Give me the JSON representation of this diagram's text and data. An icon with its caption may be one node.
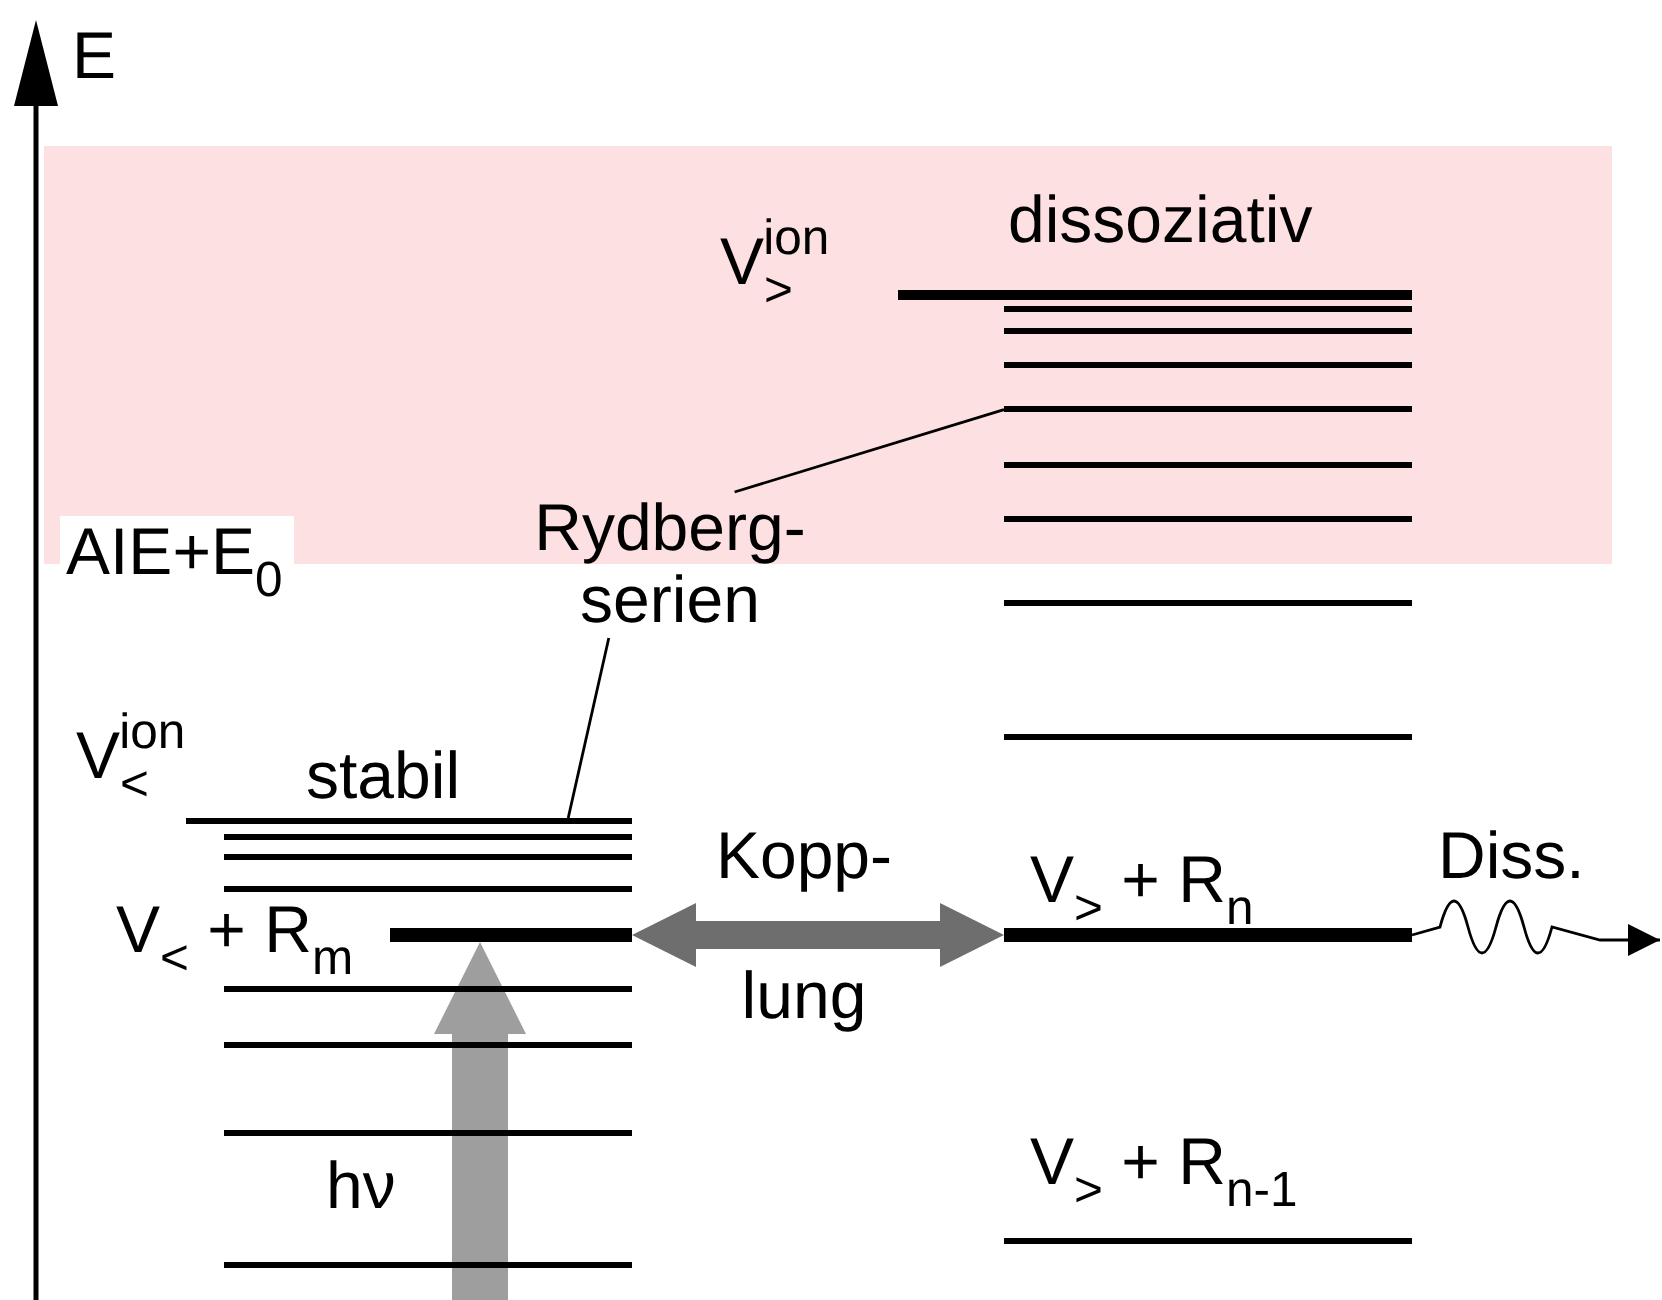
{
  "diagram": {
    "nodes": [
      {
        "text": [],
        "shape": "bar",
        "beside": [
          "V$_{<}$ + R$_{m}$"
        ]
      },
      {
        "text": [],
        "shape": "bar",
        "beside": [
          "V$_{>}$ + R$_{n}$"
        ]
      },
      {
        "text": [
          "Rydberg- serien"
        ]
      },
      {
        "text": [],
        "shape": "bar",
        "beside": [
          "stabil"
        ]
      },
      {
        "text": [],
        "shape": "bar",
        "beside": [
          "dissoziativ"
        ]
      }
    ],
    "edges": [
      {
        "from": 0,
        "to": 1,
        "arrow": "both",
        "label": "Kopp- lung",
        "style": "thick",
        "color": "#6e6e6e"
      },
      {
        "from": null,
        "to": 0,
        "arrow": "to",
        "label": "hν",
        "style": "thick",
        "color": "#9e9e9e"
      },
      {
        "from": 1,
        "to": null,
        "arrow": "to",
        "label": "Diss."
      },
      {
        "from": 2,
        "to": 3,
        "arrow": "none"
      },
      {
        "from": 2,
        "to": 4,
        "arrow": "none"
      }
    ],
    "labels": [
      "E",
      "AIE+E$_{0}$",
      "V$_{>}$$^{ion}$",
      "V$_{<}$$^{ion}$",
      "V$_{>}$ + R$_{n-1}$"
    ]
  }
}
